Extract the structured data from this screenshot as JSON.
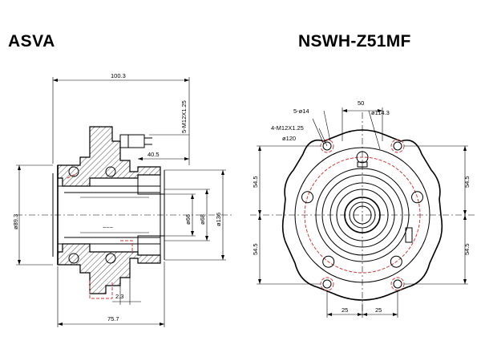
{
  "header": {
    "brand": "ASVA",
    "part_number": "NSWH-Z51MF"
  },
  "side_view": {
    "dims": {
      "overall_length": "100.3",
      "stud_thread": "5-M12X1.25",
      "stud_proj": "40.5",
      "bore_dia": "ø89.3",
      "pilot_66": "ø66",
      "pilot_68": "ø68",
      "flange_136": "ø136",
      "offset_2_3": "2.3",
      "length_75_7": "75.7"
    }
  },
  "front_view": {
    "dims": {
      "holes": "5-ø14",
      "width_50": "50",
      "pcd_114": "ø114.3",
      "mount_thread": "4-M12X1.25",
      "pcd_120": "ø120",
      "left_top": "54.5",
      "left_bottom": "54.5",
      "right_top": "54.5",
      "right_bottom": "54.5",
      "bottom_left": "25",
      "bottom_right": "25"
    }
  }
}
